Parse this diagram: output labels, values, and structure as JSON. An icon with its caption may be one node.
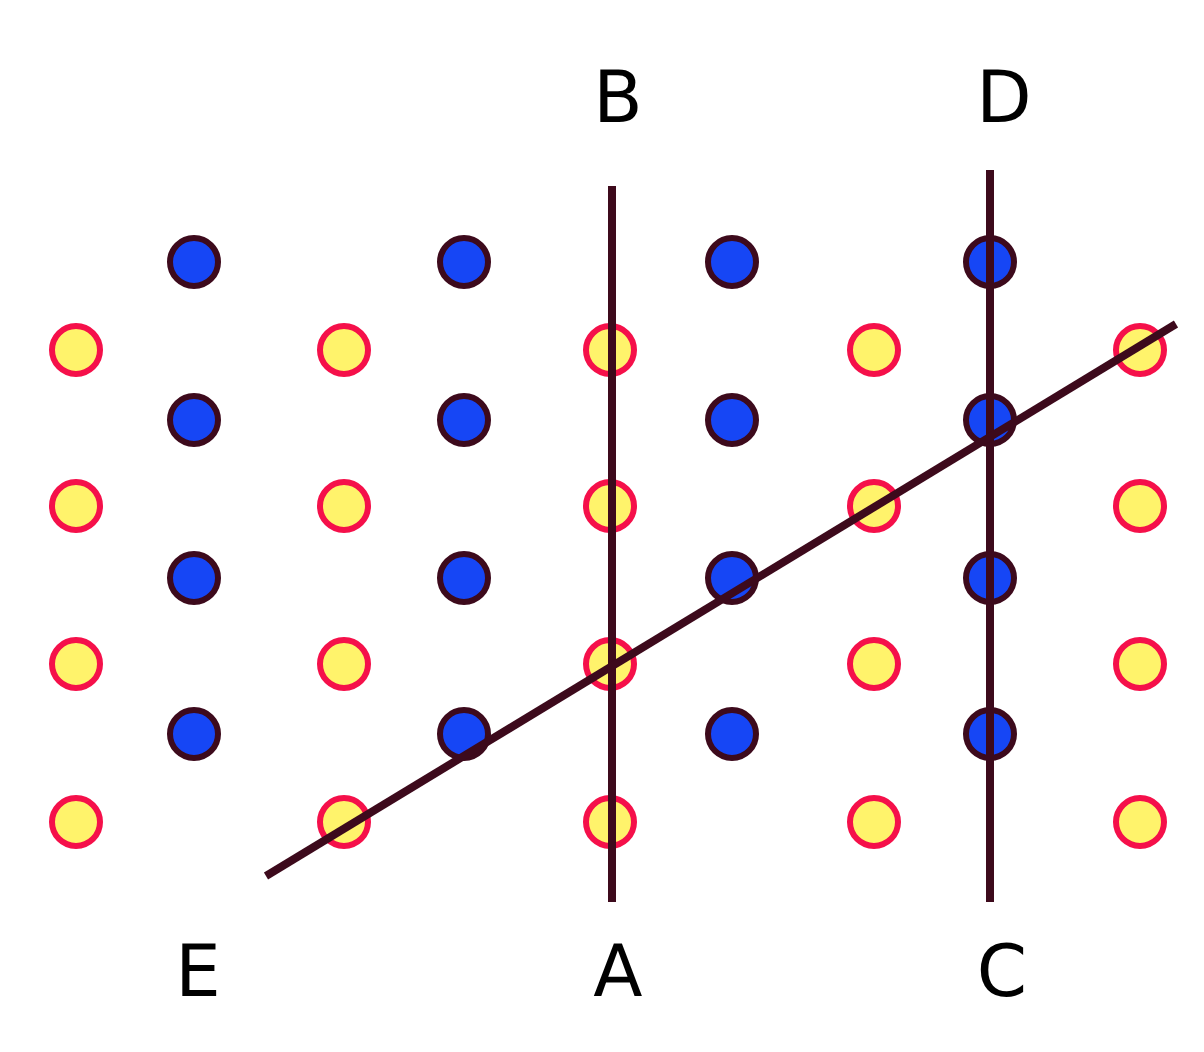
{
  "diagram": {
    "labels": [
      "B",
      "D",
      "E",
      "A",
      "C"
    ]
  }
}
